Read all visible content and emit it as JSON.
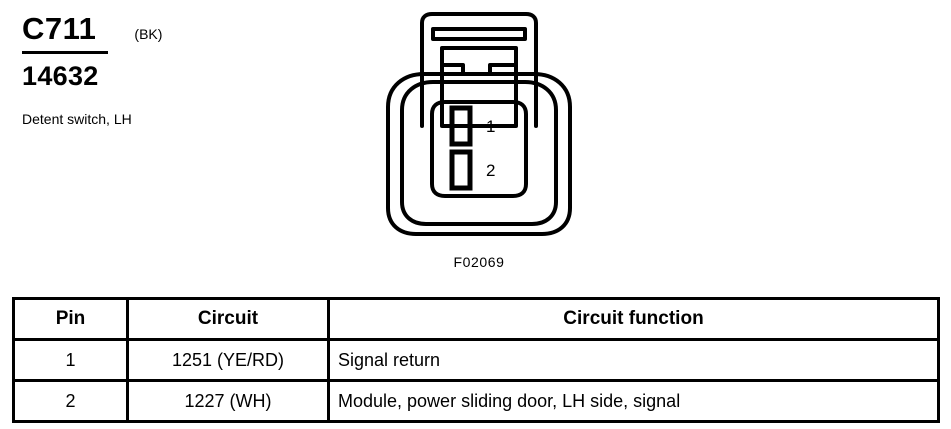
{
  "header": {
    "connector_id": "C711",
    "color_code": "(BK)",
    "part_number": "14632",
    "description": "Detent switch, LH"
  },
  "figure": {
    "caption": "F02069",
    "pin_labels": [
      "1",
      "2"
    ],
    "type": "connector-face-view",
    "cavities": 2
  },
  "table": {
    "columns": [
      "Pin",
      "Circuit",
      "Circuit function"
    ],
    "rows": [
      {
        "pin": "1",
        "circuit": "1251 (YE/RD)",
        "function": "Signal return"
      },
      {
        "pin": "2",
        "circuit": "1227 (WH)",
        "function": "Module, power sliding door, LH side, signal"
      }
    ]
  },
  "colors": {
    "line": "#000000",
    "background": "#ffffff"
  }
}
